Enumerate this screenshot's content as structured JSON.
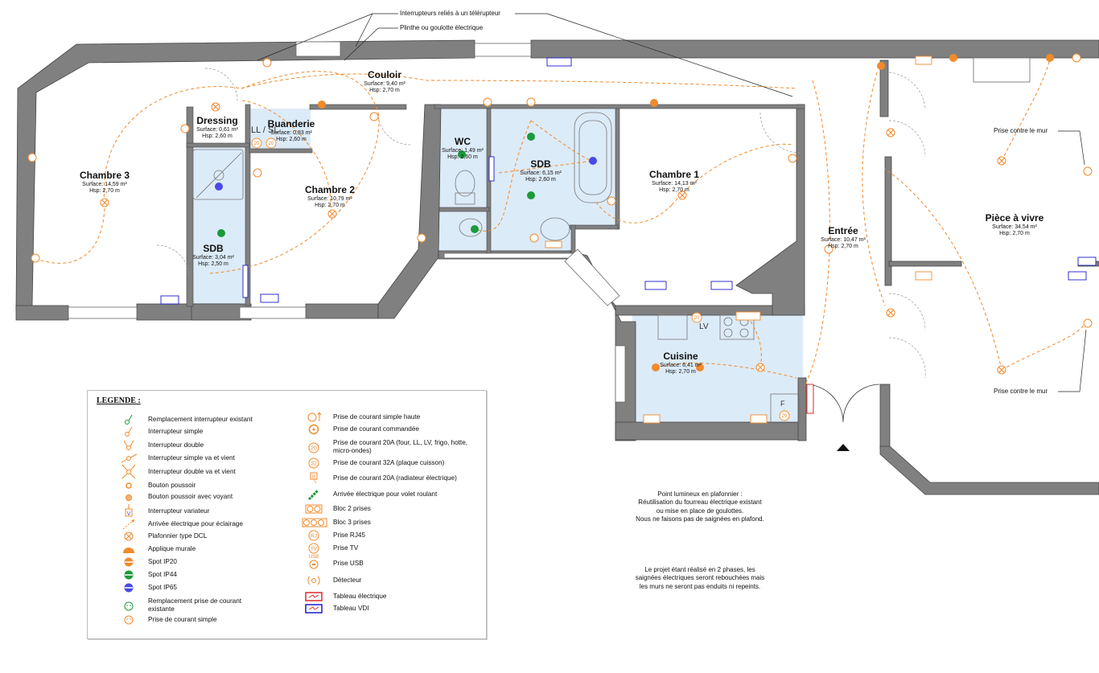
{
  "annotations": {
    "telerupteur": "Interrupteurs reliés à un télérupteur",
    "plinthe": "Plinthe ou goulotte électrique",
    "prise_mur_top": "Prise contre le mur",
    "prise_mur_bottom": "Prise contre le mur"
  },
  "rooms": [
    {
      "name": "Chambre 3",
      "surface": "Surface: 14,59 m²",
      "hsp": "Hsp: 2,70 m"
    },
    {
      "name": "Dressing",
      "surface": "Surface: 0,61 m²",
      "hsp": "Hsp: 2,60 m"
    },
    {
      "name": "Buanderie",
      "surface": "Surface: 0,83 m²",
      "hsp": "Hsp: 2,60 m"
    },
    {
      "name": "Couloir",
      "surface": "Surface: 9,40 m²",
      "hsp": "Hsp: 2,70 m"
    },
    {
      "name": "Chambre 2",
      "surface": "Surface: 10,79 m²",
      "hsp": "Hsp: 2,70 m"
    },
    {
      "name": "SDB",
      "surface": "Surface: 3,04 m²",
      "hsp": "Hsp: 2,50 m"
    },
    {
      "name": "WC",
      "surface": "Surface: 1,49 m²",
      "hsp": "Hsp: 2,60 m"
    },
    {
      "name": "SDB",
      "surface": "Surface: 6,15 m²",
      "hsp": "Hsp: 2,60 m"
    },
    {
      "name": "Chambre 1",
      "surface": "Surface: 14,13 m²",
      "hsp": "Hsp: 2,70 m"
    },
    {
      "name": "Entrée",
      "surface": "Surface: 10,47 m²",
      "hsp": "Hsp: 2,70 m"
    },
    {
      "name": "Pièce à vivre",
      "surface": "Surface: 34,54 m²",
      "hsp": "Hsp: 2,70 m"
    },
    {
      "name": "Cuisine",
      "surface": "Surface: 6,41 m²",
      "hsp": "Hsp: 2,70 m"
    }
  ],
  "fixture_labels": {
    "ll_sl": "LL / SL",
    "lv": "LV",
    "f": "F"
  },
  "legend": {
    "title": "LEGENDE :",
    "left": [
      {
        "icon": "switch-replace-icon",
        "label": "Remplacement interrupteur existant"
      },
      {
        "icon": "switch-simple-icon",
        "label": "Interrupteur simple"
      },
      {
        "icon": "switch-double-icon",
        "label": "Interrupteur double"
      },
      {
        "icon": "switch-two-way-icon",
        "label": "Interrupteur simple va et vient"
      },
      {
        "icon": "switch-double-two-way-icon",
        "label": "Interrupteur double va et vient"
      },
      {
        "icon": "push-button-icon",
        "label": "Bouton poussoir"
      },
      {
        "icon": "push-button-light-icon",
        "label": "Bouton poussoir avec voyant"
      },
      {
        "icon": "dimmer-icon",
        "label": "Interrupteur variateur"
      },
      {
        "icon": "lighting-supply-icon",
        "label": "Arrivée électrique pour éclairage"
      },
      {
        "icon": "dcl-ceiling-icon",
        "label": "Plafonnier type DCL"
      },
      {
        "icon": "wall-light-icon",
        "label": "Applique murale"
      },
      {
        "icon": "spot-ip20-icon",
        "label": "Spot IP20"
      },
      {
        "icon": "spot-ip44-icon",
        "label": "Spot IP44"
      },
      {
        "icon": "spot-ip65-icon",
        "label": "Spot IP65"
      },
      {
        "icon": "outlet-replace-icon",
        "label": "Remplacement prise de courant existante"
      },
      {
        "icon": "outlet-simple-icon",
        "label": "Prise de courant simple"
      }
    ],
    "right": [
      {
        "icon": "outlet-high-icon",
        "label": "Prise de courant simple haute"
      },
      {
        "icon": "outlet-controlled-icon",
        "label": "Prise de courant commandée"
      },
      {
        "icon": "outlet-20a-icon",
        "label": "Prise de courant 20A (four, LL, LV, frigo, hotte, micro-ondes)"
      },
      {
        "icon": "outlet-32a-icon",
        "label": "Prise de courant 32A (plaque cuisson)"
      },
      {
        "icon": "outlet-radiator-icon",
        "label": "Prise de courant 20A (radiateur électrique)"
      },
      {
        "icon": "shutter-supply-icon",
        "label": "Arrivée électrique pour volet roulant"
      },
      {
        "icon": "outlet-block-2-icon",
        "label": "Bloc 2 prises"
      },
      {
        "icon": "outlet-block-3-icon",
        "label": "Bloc 3 prises"
      },
      {
        "icon": "rj45-icon",
        "label": "Prise RJ45"
      },
      {
        "icon": "tv-outlet-icon",
        "label": "Prise TV"
      },
      {
        "icon": "usb-outlet-icon",
        "label": "Prise USB"
      },
      {
        "icon": "detector-icon",
        "label": "Détecteur"
      },
      {
        "icon": "electrical-panel-icon",
        "label": "Tableau électrique"
      },
      {
        "icon": "vdi-panel-icon",
        "label": "Tableau VDI"
      }
    ],
    "icon_texts": {
      "a20": "20",
      "a32": "32",
      "rj": "RJ",
      "tv": "TV",
      "usb": "USB",
      "r": "R",
      "v": "V"
    }
  },
  "notes": [
    [
      "Point lumineux en plafonnier :",
      "Réutilisation du fourreau électrique existant",
      "ou mise en place de goulottes.",
      "Nous ne faisons pas de saignées en plafond."
    ],
    [
      "Le projet étant réalisé en 2 phases, les",
      "saignées électriques seront rebouchées mais",
      "les murs ne seront pas enduits ni repeints."
    ]
  ],
  "colors": {
    "wall": "#808080",
    "wet_room": "#dcebf8",
    "electric": "#f08a2c",
    "ip44": "#1a9a3a",
    "ip65": "#4a4ae8",
    "vdi": "#1a1ad0",
    "panel": "#e02a2a"
  }
}
